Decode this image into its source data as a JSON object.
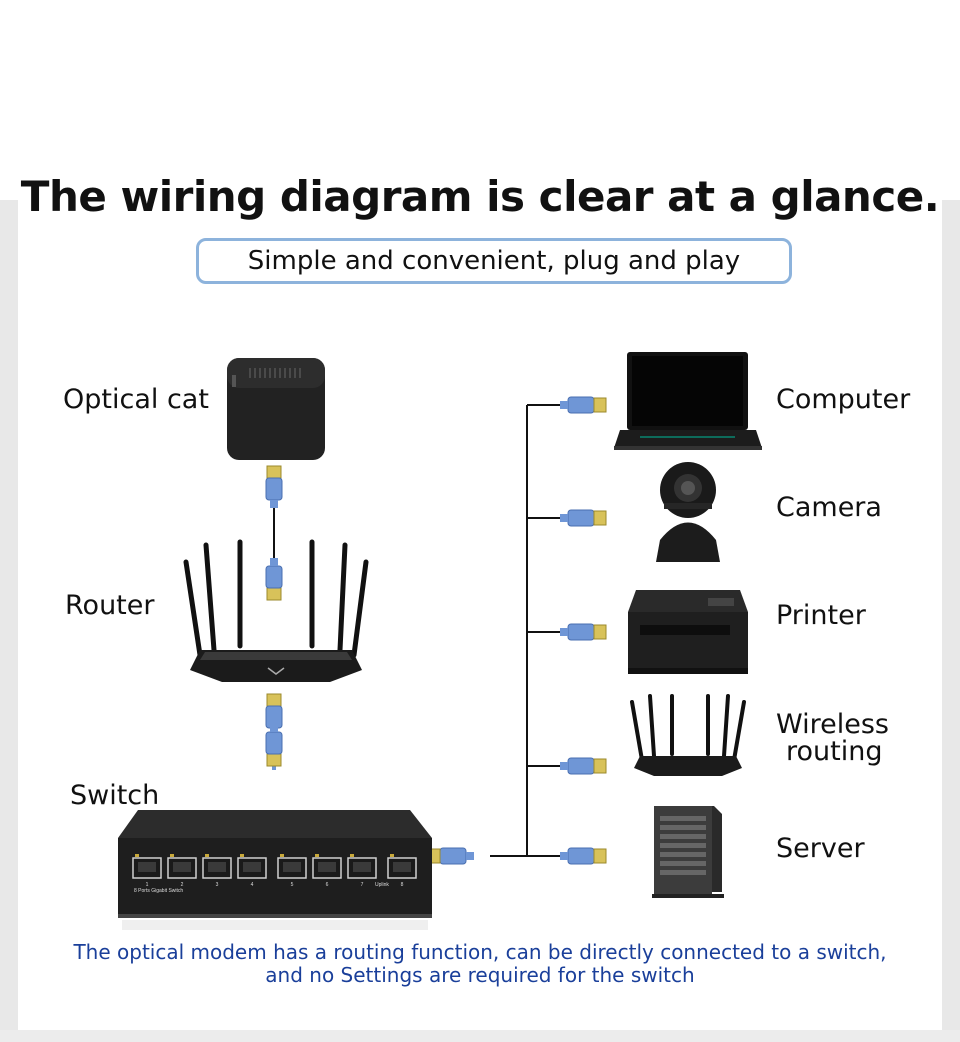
{
  "title": "The wiring diagram is clear at a glance.",
  "subtitle": "Simple and convenient, plug and play",
  "left_devices": {
    "optical_cat": "Optical cat",
    "router": "Router",
    "switch": "Switch"
  },
  "right_devices": {
    "computer": "Computer",
    "camera": "Camera",
    "printer": "Printer",
    "wireless_routing_line1": "Wireless",
    "wireless_routing_line2": "routing",
    "server": "Server"
  },
  "switch_text": {
    "model": "8 Ports Gigabit Switch",
    "uplink": "Uplink",
    "port_numbers": [
      "1",
      "2",
      "3",
      "4",
      "5",
      "6",
      "7",
      "8"
    ]
  },
  "note": {
    "line1": "The optical modem has a routing function, can be directly connected to a switch,",
    "line2": "and no Settings are required for the switch"
  },
  "colors": {
    "cable_blue": "#6f96d6",
    "connector_gold": "#d8c25a",
    "note_blue": "#1a3f9a",
    "frame_blue": "#8db3dc"
  }
}
